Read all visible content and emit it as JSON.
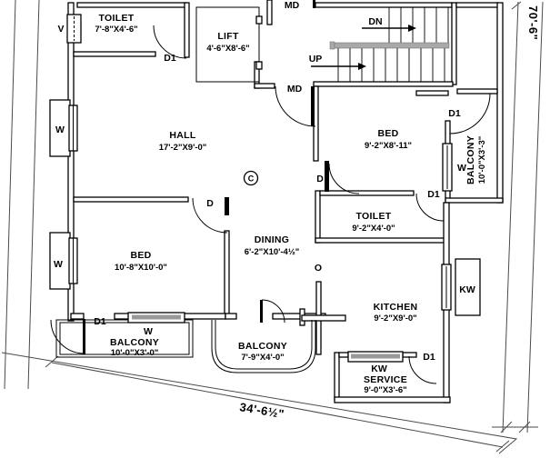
{
  "rooms": [
    {
      "name": "TOILET",
      "dims": "7'-8\"X4'-6\""
    },
    {
      "name": "LIFT",
      "dims": "4'-6\"X8'-6\""
    },
    {
      "name": "HALL",
      "dims": "17'-2\"X9'-0\""
    },
    {
      "name": "BED",
      "dims": "9'-2\"X8'-11\""
    },
    {
      "name": "BALCONY",
      "dims": "10'-0\"X3'-3\""
    },
    {
      "name": "TOILET",
      "dims": "9'-2\"X4'-0\""
    },
    {
      "name": "DINING",
      "dims": "6'-2\"X10'-4½\""
    },
    {
      "name": "BED",
      "dims": "10'-8\"X10'-0\""
    },
    {
      "name": "BALCONY",
      "dims": "10'-0\"X3'-0\""
    },
    {
      "name": "BALCONY",
      "dims": "7'-9\"X4'-0\""
    },
    {
      "name": "KITCHEN",
      "dims": "9'-2\"X9'-0\""
    },
    {
      "name": "SERVICE",
      "dims": "9'-0\"X3'-6\""
    }
  ],
  "labels": {
    "main_door": "MD",
    "door1": "D1",
    "door": "D",
    "window": "W",
    "ventilator": "V",
    "kitchen_window": "KW",
    "opening": "O",
    "column": "C",
    "stair_down": "DN",
    "stair_up": "UP"
  },
  "dimensions": {
    "plot_width": "34'-6½\"",
    "plot_height": "70'-6\""
  },
  "colors": {
    "line": "#000000",
    "boundary": "#4a4a4a",
    "stair_landing": "#a9a9a9",
    "background": "#ffffff"
  }
}
